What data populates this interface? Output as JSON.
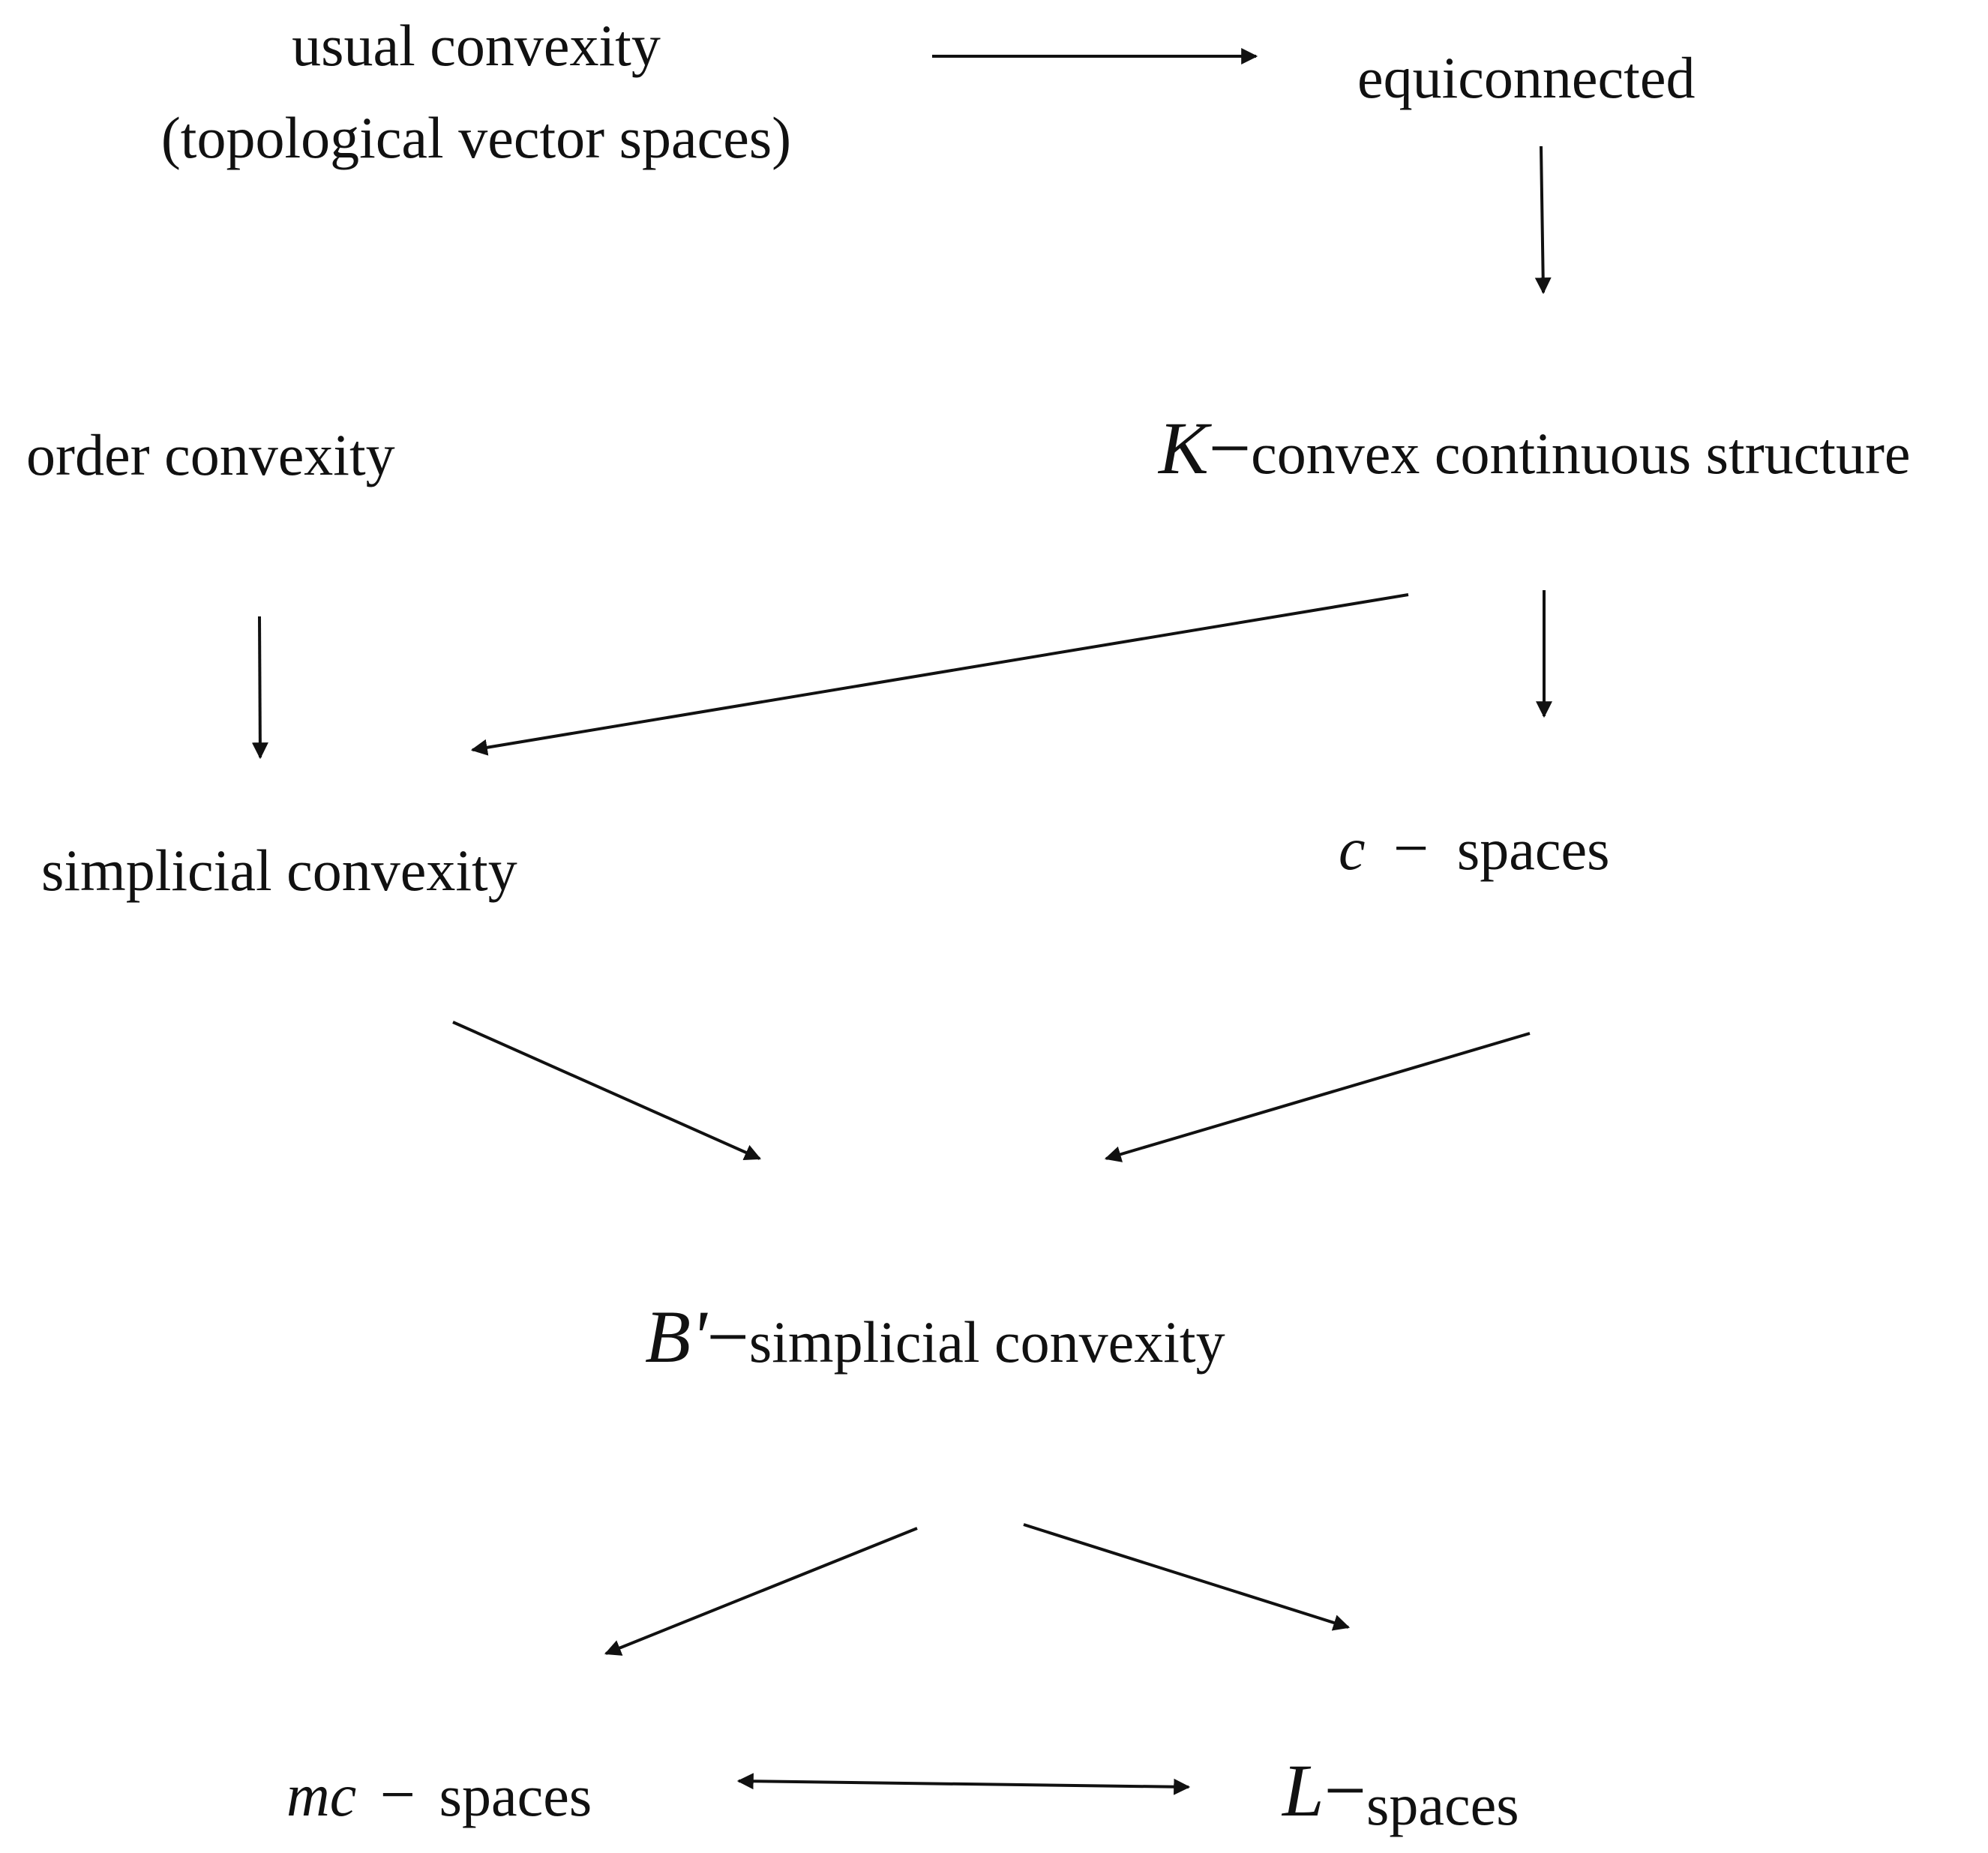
{
  "nodes": {
    "usual": {
      "line1": "usual convexity",
      "line2": "(topological vector spaces)"
    },
    "equiconnected": {
      "text": "equiconnected"
    },
    "order": {
      "text": "order convexity"
    },
    "kconvex": {
      "symbol": "K",
      "dash": "−",
      "text": "convex continuous structure"
    },
    "simplicial": {
      "text": "simplicial convexity"
    },
    "cspaces": {
      "symbol": "c",
      "dash": "−",
      "text": "spaces"
    },
    "bprime": {
      "symbol": "B'",
      "dash": "−",
      "text": "simplicial convexity"
    },
    "mcspaces": {
      "symbol": "mc",
      "dash": "−",
      "text": "spaces"
    },
    "lspaces": {
      "symbol": "L",
      "dash": "−",
      "text": "spaces"
    }
  },
  "edges": [
    {
      "from": "usual",
      "to": "equiconnected"
    },
    {
      "from": "equiconnected",
      "to": "kconvex"
    },
    {
      "from": "order",
      "to": "simplicial"
    },
    {
      "from": "kconvex",
      "to": "simplicial"
    },
    {
      "from": "kconvex",
      "to": "cspaces"
    },
    {
      "from": "simplicial",
      "to": "bprime"
    },
    {
      "from": "cspaces",
      "to": "bprime"
    },
    {
      "from": "bprime",
      "to": "mcspaces"
    },
    {
      "from": "bprime",
      "to": "lspaces"
    },
    {
      "from": "mcspaces",
      "to": "lspaces",
      "bidirectional": true
    }
  ],
  "colors": {
    "stroke": "#111111",
    "background": "#ffffff"
  }
}
